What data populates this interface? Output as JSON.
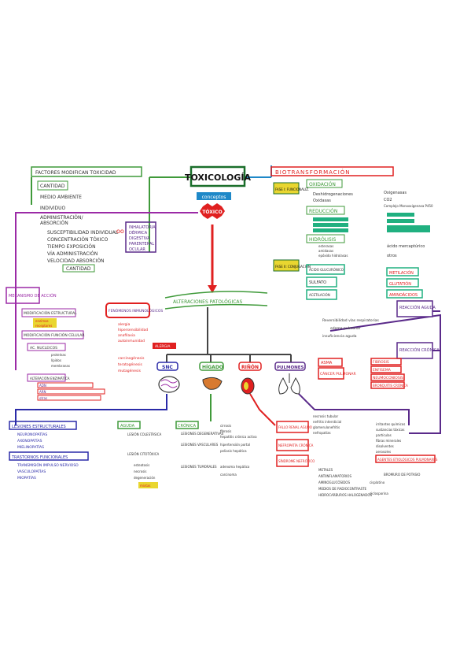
{
  "central": {
    "title": "TOXICOLOGÍA",
    "sub1": "conceptos",
    "sub2": "TÓXICO"
  },
  "left_top": {
    "header": "FACTORES MODIFICAN TOXICIDAD",
    "items": [
      "CANTIDAD",
      "MEDIO AMBIENTE",
      "INDIVIDUO",
      "ADMINISTRACIÓN/",
      "ABSORCIÓN"
    ],
    "subitems": [
      "SUSCEPTIBILIDAD INDIVIDUAL",
      "CONCENTRACIÓN TÓXICO",
      "TIEMPO EXPOSICIÓN",
      "VÍA ADMINISTRACIÓN",
      "VELOCIDAD ABSORCIÓN"
    ],
    "routes": [
      "INHALATORIA",
      "DÉRMICA",
      "DIGESTIVA",
      "PARENTERAL",
      "OCULAR"
    ],
    "foot": "CANTIDAD"
  },
  "biotrans": {
    "header": "BIOTRANSFORMACIÓN",
    "phase1": "FASE I: FUNCIONALIZ.",
    "ox": "OXIDACIÓN",
    "ox_items": [
      "Deshidrogenaciones",
      "Oxidasas"
    ],
    "ox_right": [
      "Oxigenasas",
      "CO2",
      "Complejo Monooxigenasa P450"
    ],
    "red": "REDUCCIÓN",
    "hidro": "HIDRÓLISIS",
    "hidro_items": [
      "esterasas",
      "amidasas",
      "epóxido hidrolasas"
    ],
    "phase2": "FASE II: CONJUGACIÓN",
    "conj": [
      "ÁCIDO GLUCURÓNICO",
      "SULFATO",
      "ACETILACIÓN"
    ],
    "right": [
      "METILACIÓN",
      "GLUTATIÓN",
      "AMINOÁCIDOS"
    ],
    "note": [
      "ácido mercaptúrico",
      "otros"
    ]
  },
  "mecanismo": {
    "header": "MECANISMO DE ACCIÓN",
    "items": [
      "MODIFICACIÓN ESTRUCTURAL",
      "MODIFICACIÓN FUNCIÓN CELULAR",
      "AC. NUCLEICOS",
      "ALTERACIÓN ENZIMÁTICA"
    ],
    "sub": [
      "enzimas",
      "receptores",
      "proteínas",
      "lípidos",
      "membranas",
      "ADN",
      "ARN",
      "otras"
    ]
  },
  "fenomenos": {
    "header": "FENÓMENOS INMUNOLÓGICOS",
    "items": [
      "alergia",
      "hipersensibilidad",
      "anafilaxia",
      "autoinmunidad"
    ],
    "box1": "ALERGIA",
    "items2": [
      "carcinogénesis",
      "teratogénesis",
      "mutagénesis"
    ]
  },
  "alteraciones": {
    "title": "ALTERACIONES PATOLÓGICAS"
  },
  "organs": [
    "SNC",
    "HÍGADO",
    "RIÑÓN",
    "PULMONES"
  ],
  "aguda": {
    "header": "REACCIÓN AGUDA",
    "items": [
      "Reversibilidad vías respiratorias",
      "edema pulmonar",
      "insuficiencia aguda"
    ]
  },
  "cronica": {
    "header": "REACCIÓN CRÓNICA"
  },
  "pulmon_boxes": [
    "ASMA",
    "CÁNCER PULMONAR"
  ],
  "red_boxes": [
    "FIBROSIS",
    "ENFISEMA",
    "NEUMOCONIOSIS",
    "BRONQUITIS CRÓNICA"
  ],
  "snc": {
    "box1": "LESIONES ESTRUCTURALES",
    "items1": [
      "NEURONOPATÍAS",
      "AXONOPATÍAS",
      "MIELINOPATÍAS"
    ],
    "box2": "TRASTORNOS FUNCIONALES",
    "items2": [
      "TRANSMISIÓN IMPULSO NERVIOSO",
      "VASCULOPATÍAS",
      "MIOPATÍAS"
    ]
  },
  "higado": {
    "box1": "AGUDA",
    "items1": [
      "LESIÓN CITOTÓXICA",
      "LESIÓN COLESTÁSICA"
    ],
    "items2": [
      "esteatosis",
      "necrosis",
      "degeneración",
      "mixtas"
    ],
    "box2": "CRÓNICA",
    "items3": [
      "LESIONES DEGENERATIVAS",
      "LESIONES VASCULARES",
      "LESIONES TUMORALES"
    ],
    "items4": [
      "cirrosis",
      "fibrosis",
      "hepatitis crónica activa",
      "hipertensión portal",
      "peliosis hepática",
      "adenoma hepático",
      "carcinoma"
    ]
  },
  "rinon": {
    "box1": "FALLO RENAL AGUDO",
    "box2": "NEFROPATÍA CRÓNICA",
    "box3": "SÍNDROME NEFRÓTICO",
    "items": [
      "necrosis tubular",
      "nefritis intersticial",
      "glomerulonefritis",
      "nefropatías"
    ],
    "items2": [
      "METALES",
      "ANTIINFLAMATORIOS",
      "AMINOGLUCÓSIDOS",
      "MEDIOS DE RADIOCONTRASTE",
      "HIDROCARBUROS HALOGENADOS"
    ],
    "side": [
      "BROMURO DE POTASIO",
      "cisplatino",
      "ciclosporina"
    ]
  },
  "pulmon": {
    "items": [
      "irritantes químicos",
      "sustancias tóxicas",
      "partículas",
      "fibras minerales",
      "disolventes",
      "aerosoles"
    ],
    "box": "AGENTES ETIOLÓGICOS PULMONARES"
  }
}
